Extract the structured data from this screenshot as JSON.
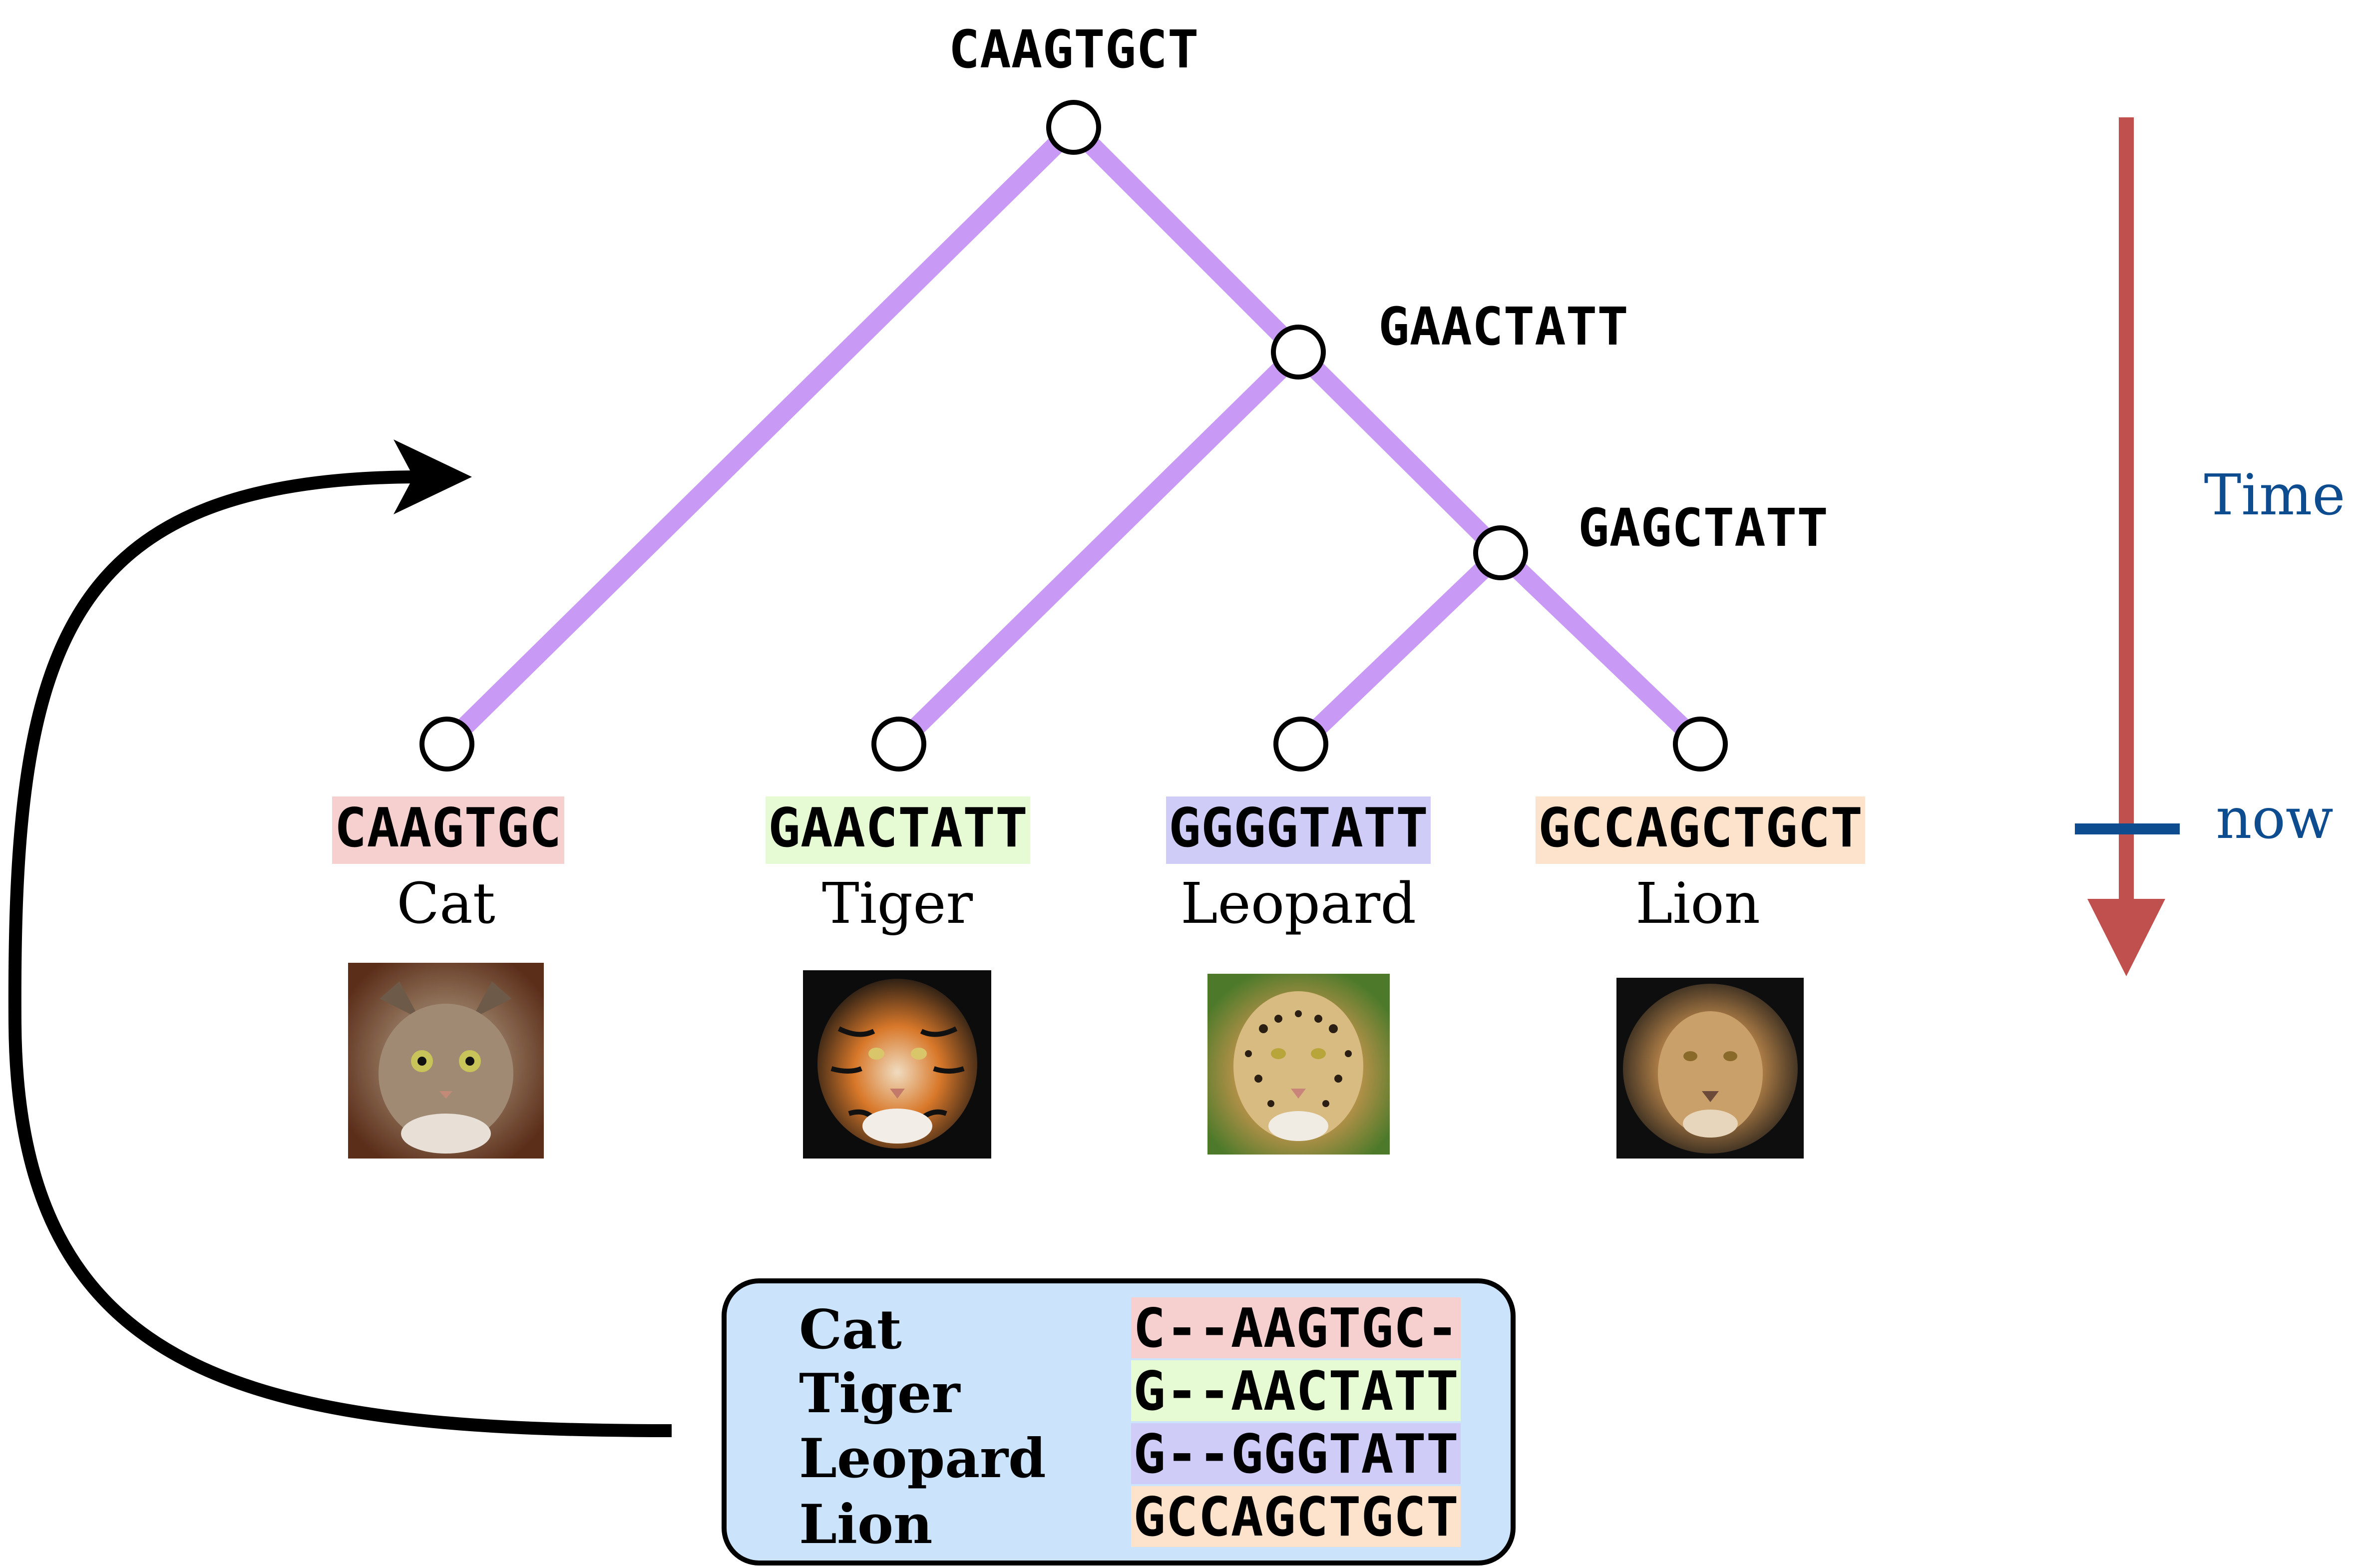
{
  "tree": {
    "internal_nodes": [
      {
        "id": "root",
        "sequence": "CAAGTGCT"
      },
      {
        "id": "n1",
        "sequence": "GAACTATT"
      },
      {
        "id": "n2",
        "sequence": "GAGCTATT"
      }
    ],
    "leaves": [
      {
        "id": "cat",
        "name": "Cat",
        "sequence": "CAAGTGC",
        "highlight": "#f6cfcf",
        "photo_icon": "cat-photo"
      },
      {
        "id": "tiger",
        "name": "Tiger",
        "sequence": "GAACTATT",
        "highlight": "#e6fbd3",
        "photo_icon": "tiger-photo"
      },
      {
        "id": "leopard",
        "name": "Leopard",
        "sequence": "GGGGTATT",
        "highlight": "#cfcdf8",
        "photo_icon": "leopard-photo"
      },
      {
        "id": "lion",
        "name": "Lion",
        "sequence": "GCCAGCTGCT",
        "highlight": "#fde3cb",
        "photo_icon": "lion-photo"
      }
    ],
    "branch_color": "#c99af5"
  },
  "timeline": {
    "label": "Time",
    "now_label": "now",
    "arrow_color": "#c0504d",
    "text_color": "#0d4c8f"
  },
  "alignment": {
    "background": "#cce4fb",
    "rows": [
      {
        "name": "Cat",
        "aligned": "C--AAGTGC-",
        "highlight": "#f6cfcf"
      },
      {
        "name": "Tiger",
        "aligned": "G--AACTATT",
        "highlight": "#e6fbd3"
      },
      {
        "name": "Leopard",
        "aligned": "G--GGGTATT",
        "highlight": "#cfcdf8"
      },
      {
        "name": "Lion",
        "aligned": "GCCAGCTGCT",
        "highlight": "#fde3cb"
      }
    ]
  }
}
